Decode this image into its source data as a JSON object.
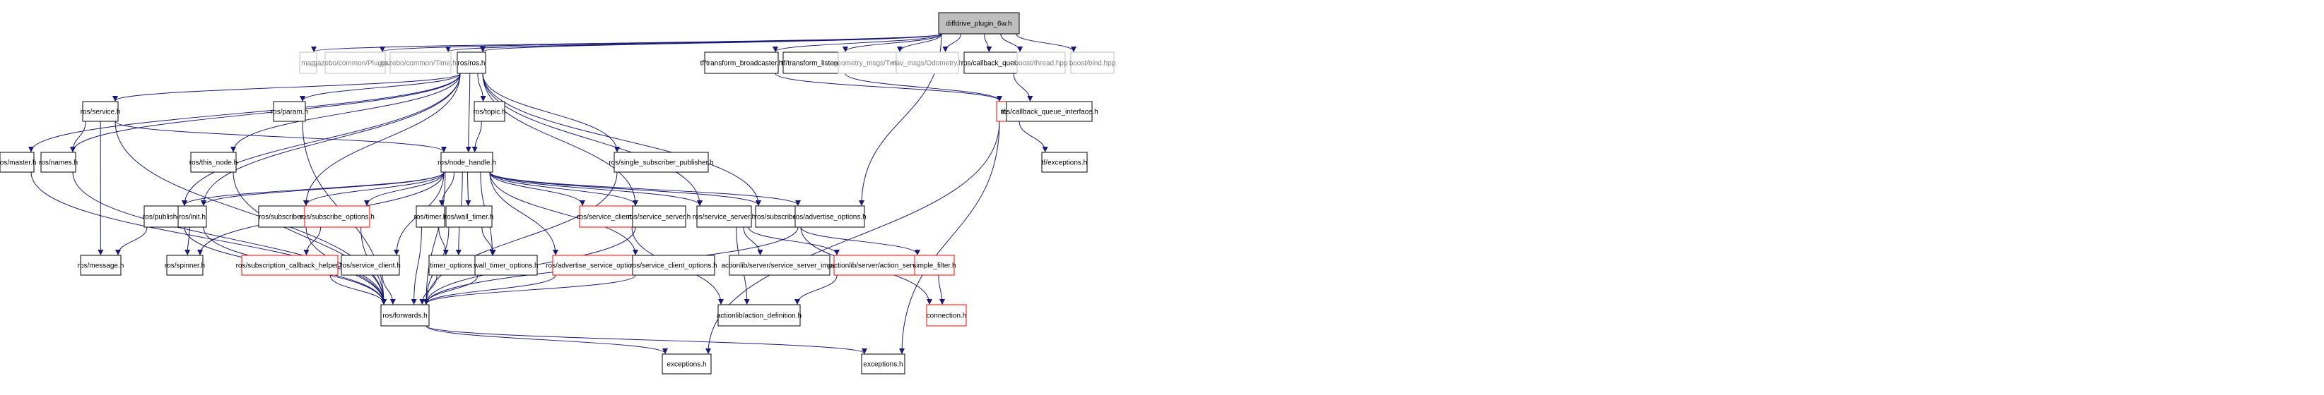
{
  "diagram": {
    "edge_color": "#191970",
    "external_border_color": "#bfbfbf",
    "truncated_border_color": "#ff0000",
    "root_fill": "#bfbfbf",
    "nodes": [
      {
        "id": "root",
        "label": "diffdrive_plugin_6w.h",
        "kind": "root"
      },
      {
        "id": "map",
        "label": "map",
        "kind": "external"
      },
      {
        "id": "plugin",
        "label": "gazebo/common/Plugin.hh",
        "kind": "external"
      },
      {
        "id": "time",
        "label": "gazebo/common/Time.hh",
        "kind": "external"
      },
      {
        "id": "ros",
        "label": "ros/ros.h",
        "kind": "normal"
      },
      {
        "id": "tfbroad",
        "label": "tf/transform_broadcaster.h",
        "kind": "normal"
      },
      {
        "id": "tflisten",
        "label": "tf/transform_listener.h",
        "kind": "normal"
      },
      {
        "id": "twist",
        "label": "geometry_msgs/Twist.h",
        "kind": "external"
      },
      {
        "id": "odom",
        "label": "nav_msgs/Odometry.h",
        "kind": "external"
      },
      {
        "id": "cbq",
        "label": "ros/callback_queue.h",
        "kind": "normal"
      },
      {
        "id": "bthread",
        "label": "boost/thread.hpp",
        "kind": "external"
      },
      {
        "id": "bbind",
        "label": "boost/bind.hpp",
        "kind": "external"
      },
      {
        "id": "service",
        "label": "ros/service.h",
        "kind": "normal"
      },
      {
        "id": "param",
        "label": "ros/param.h",
        "kind": "normal"
      },
      {
        "id": "topic",
        "label": "ros/topic.h",
        "kind": "normal"
      },
      {
        "id": "tftf",
        "label": "tf/tf.h",
        "kind": "truncated"
      },
      {
        "id": "cbqi",
        "label": "ros/callback_queue_interface.h",
        "kind": "normal"
      },
      {
        "id": "master",
        "label": "ros/master.h",
        "kind": "normal"
      },
      {
        "id": "names",
        "label": "ros/names.h",
        "kind": "normal"
      },
      {
        "id": "thisnode",
        "label": "ros/this_node.h",
        "kind": "normal"
      },
      {
        "id": "nodehandle",
        "label": "ros/node_handle.h",
        "kind": "normal"
      },
      {
        "id": "ssp",
        "label": "ros/single_subscriber_publisher.h",
        "kind": "normal"
      },
      {
        "id": "tfexc",
        "label": "tf/exceptions.h",
        "kind": "normal"
      },
      {
        "id": "publisher",
        "label": "ros/publisher.h",
        "kind": "normal"
      },
      {
        "id": "init",
        "label": "ros/init.h",
        "kind": "normal"
      },
      {
        "id": "subscriber1",
        "label": "ros/subscriber.h",
        "kind": "normal"
      },
      {
        "id": "subopts",
        "label": "ros/subscribe_options.h",
        "kind": "truncated"
      },
      {
        "id": "timer",
        "label": "ros/timer.h",
        "kind": "normal"
      },
      {
        "id": "walltimer",
        "label": "ros/wall_timer.h",
        "kind": "normal"
      },
      {
        "id": "serviceclient1",
        "label": "ros/service_client.h",
        "kind": "truncated"
      },
      {
        "id": "serviceserver1",
        "label": "ros/service_server.h",
        "kind": "normal"
      },
      {
        "id": "serviceserver2",
        "label": "ros/service_server.h",
        "kind": "normal"
      },
      {
        "id": "subscriber2",
        "label": "ros/subscriber.h",
        "kind": "normal"
      },
      {
        "id": "advopts",
        "label": "ros/advertise_options.h",
        "kind": "normal"
      },
      {
        "id": "message",
        "label": "ros/message.h",
        "kind": "normal"
      },
      {
        "id": "spinner",
        "label": "ros/spinner.h",
        "kind": "normal"
      },
      {
        "id": "subcbhelper",
        "label": "ros/subscription_callback_helper.h",
        "kind": "truncated"
      },
      {
        "id": "serviceclient2",
        "label": "ros/service_client.h",
        "kind": "normal"
      },
      {
        "id": "timeropts",
        "label": "timer_options.h",
        "kind": "normal"
      },
      {
        "id": "walltimeropts",
        "label": "wall_timer_options.h",
        "kind": "normal"
      },
      {
        "id": "advsvcopts",
        "label": "ros/advertise_service_options.h",
        "kind": "truncated"
      },
      {
        "id": "svcclientopts",
        "label": "ros/service_client_options.h",
        "kind": "normal"
      },
      {
        "id": "alsrvimp",
        "label": "actionlib/server/service_server_imp.h",
        "kind": "normal"
      },
      {
        "id": "alactsrv",
        "label": "actionlib/server/action_server.h",
        "kind": "truncated"
      },
      {
        "id": "simplefilter",
        "label": "simple_filter.h",
        "kind": "truncated"
      },
      {
        "id": "forwards",
        "label": "ros/forwards.h",
        "kind": "normal"
      },
      {
        "id": "aldef",
        "label": "actionlib/action_definition.h",
        "kind": "normal"
      },
      {
        "id": "connection",
        "label": "connection.h",
        "kind": "truncated"
      },
      {
        "id": "exceptions1",
        "label": "exceptions.h",
        "kind": "normal"
      },
      {
        "id": "exceptions2",
        "label": "exceptions.h",
        "kind": "normal"
      }
    ],
    "edges": [
      [
        "root",
        "map"
      ],
      [
        "root",
        "plugin"
      ],
      [
        "root",
        "time"
      ],
      [
        "root",
        "ros"
      ],
      [
        "root",
        "tfbroad"
      ],
      [
        "root",
        "tflisten"
      ],
      [
        "root",
        "twist"
      ],
      [
        "root",
        "odom"
      ],
      [
        "root",
        "cbq"
      ],
      [
        "root",
        "bthread"
      ],
      [
        "root",
        "bbind"
      ],
      [
        "root",
        "advopts"
      ],
      [
        "ros",
        "master"
      ],
      [
        "ros",
        "names"
      ],
      [
        "ros",
        "service"
      ],
      [
        "ros",
        "param"
      ],
      [
        "ros",
        "topic"
      ],
      [
        "ros",
        "nodehandle"
      ],
      [
        "ros",
        "thisnode"
      ],
      [
        "ros",
        "publisher"
      ],
      [
        "ros",
        "init"
      ],
      [
        "ros",
        "subscriber1"
      ],
      [
        "ros",
        "ssp"
      ],
      [
        "ros",
        "serviceserver1"
      ],
      [
        "ros",
        "subscriber2"
      ],
      [
        "ros",
        "serviceserver2"
      ],
      [
        "tfbroad",
        "tftf"
      ],
      [
        "tflisten",
        "tftf"
      ],
      [
        "cbq",
        "cbqi"
      ],
      [
        "tftf",
        "tfexc"
      ],
      [
        "tftf",
        "exceptions1"
      ],
      [
        "tftf",
        "exceptions2"
      ],
      [
        "service",
        "names"
      ],
      [
        "service",
        "nodehandle"
      ],
      [
        "service",
        "message"
      ],
      [
        "service",
        "forwards"
      ],
      [
        "param",
        "forwards"
      ],
      [
        "topic",
        "nodehandle"
      ],
      [
        "master",
        "forwards"
      ],
      [
        "names",
        "forwards"
      ],
      [
        "thisnode",
        "forwards"
      ],
      [
        "ssp",
        "forwards"
      ],
      [
        "nodehandle",
        "publisher"
      ],
      [
        "nodehandle",
        "init"
      ],
      [
        "nodehandle",
        "subscriber1"
      ],
      [
        "nodehandle",
        "subopts"
      ],
      [
        "nodehandle",
        "timer"
      ],
      [
        "nodehandle",
        "walltimer"
      ],
      [
        "nodehandle",
        "serviceclient1"
      ],
      [
        "nodehandle",
        "serviceserver1"
      ],
      [
        "nodehandle",
        "serviceserver2"
      ],
      [
        "nodehandle",
        "subscriber2"
      ],
      [
        "nodehandle",
        "advopts"
      ],
      [
        "nodehandle",
        "spinner"
      ],
      [
        "nodehandle",
        "serviceclient2"
      ],
      [
        "nodehandle",
        "timeropts"
      ],
      [
        "nodehandle",
        "walltimeropts"
      ],
      [
        "nodehandle",
        "advsvcopts"
      ],
      [
        "nodehandle",
        "svcclientopts"
      ],
      [
        "nodehandle",
        "forwards"
      ],
      [
        "publisher",
        "message"
      ],
      [
        "publisher",
        "forwards"
      ],
      [
        "init",
        "spinner"
      ],
      [
        "init",
        "forwards"
      ],
      [
        "subscriber1",
        "forwards"
      ],
      [
        "subopts",
        "subcbhelper"
      ],
      [
        "subopts",
        "forwards"
      ],
      [
        "timer",
        "timeropts"
      ],
      [
        "timer",
        "forwards"
      ],
      [
        "walltimer",
        "walltimeropts"
      ],
      [
        "walltimer",
        "forwards"
      ],
      [
        "serviceclient1",
        "aldef"
      ],
      [
        "serviceserver1",
        "forwards"
      ],
      [
        "serviceserver2",
        "alsrvimp"
      ],
      [
        "serviceserver2",
        "alactsrv"
      ],
      [
        "serviceserver2",
        "aldef"
      ],
      [
        "subscriber2",
        "simplefilter"
      ],
      [
        "subscriber2",
        "connection"
      ],
      [
        "advopts",
        "forwards"
      ],
      [
        "subcbhelper",
        "forwards"
      ],
      [
        "serviceclient2",
        "forwards"
      ],
      [
        "timeropts",
        "forwards"
      ],
      [
        "walltimeropts",
        "forwards"
      ],
      [
        "advsvcopts",
        "forwards"
      ],
      [
        "svcclientopts",
        "forwards"
      ],
      [
        "alactsrv",
        "aldef"
      ],
      [
        "simplefilter",
        "connection"
      ],
      [
        "forwards",
        "exceptions1"
      ],
      [
        "forwards",
        "exceptions2"
      ]
    ]
  }
}
